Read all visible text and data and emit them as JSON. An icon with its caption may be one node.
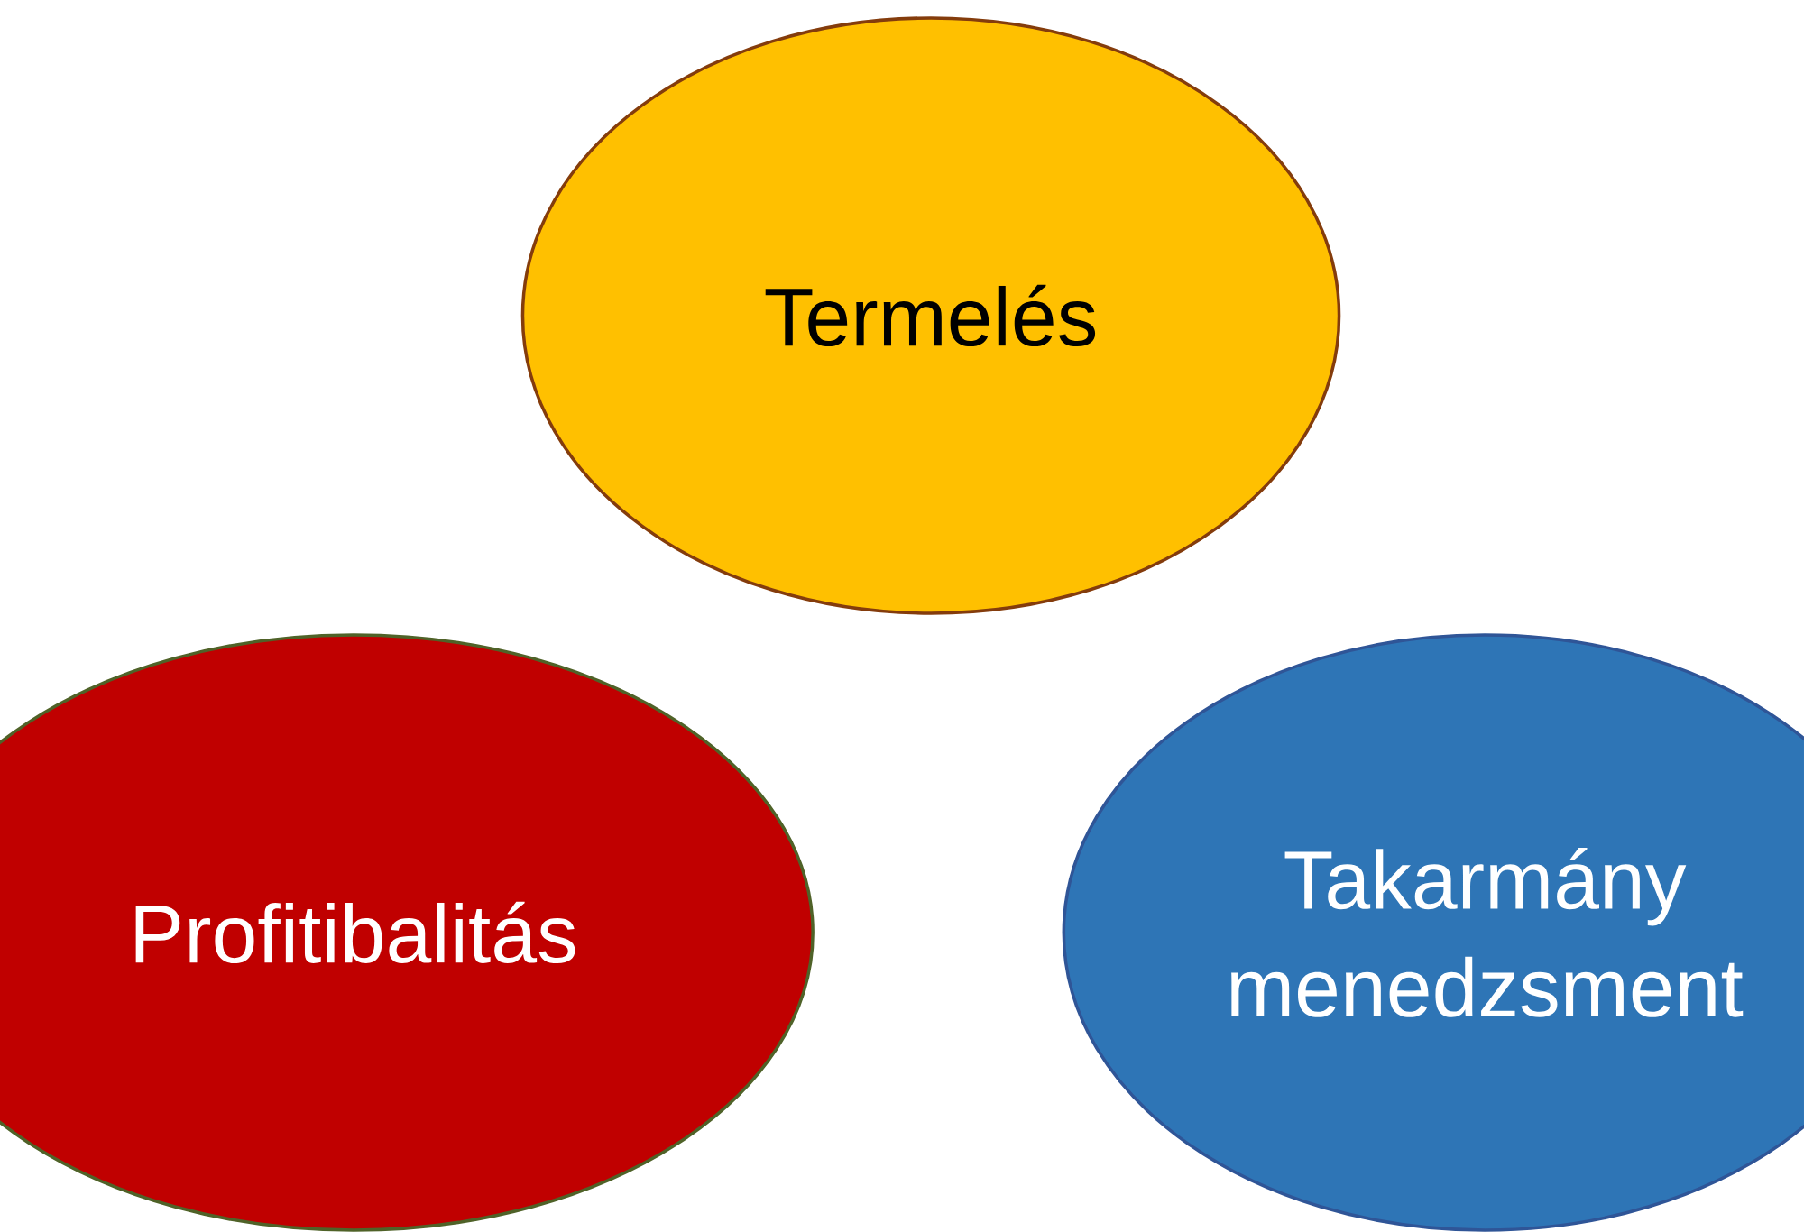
{
  "diagram": {
    "nodes": [
      {
        "text": [
          "Termelés"
        ]
      },
      {
        "text": [
          "Profitibalitás"
        ]
      },
      {
        "text": [
          "Takarmány menedzsment"
        ]
      }
    ]
  }
}
